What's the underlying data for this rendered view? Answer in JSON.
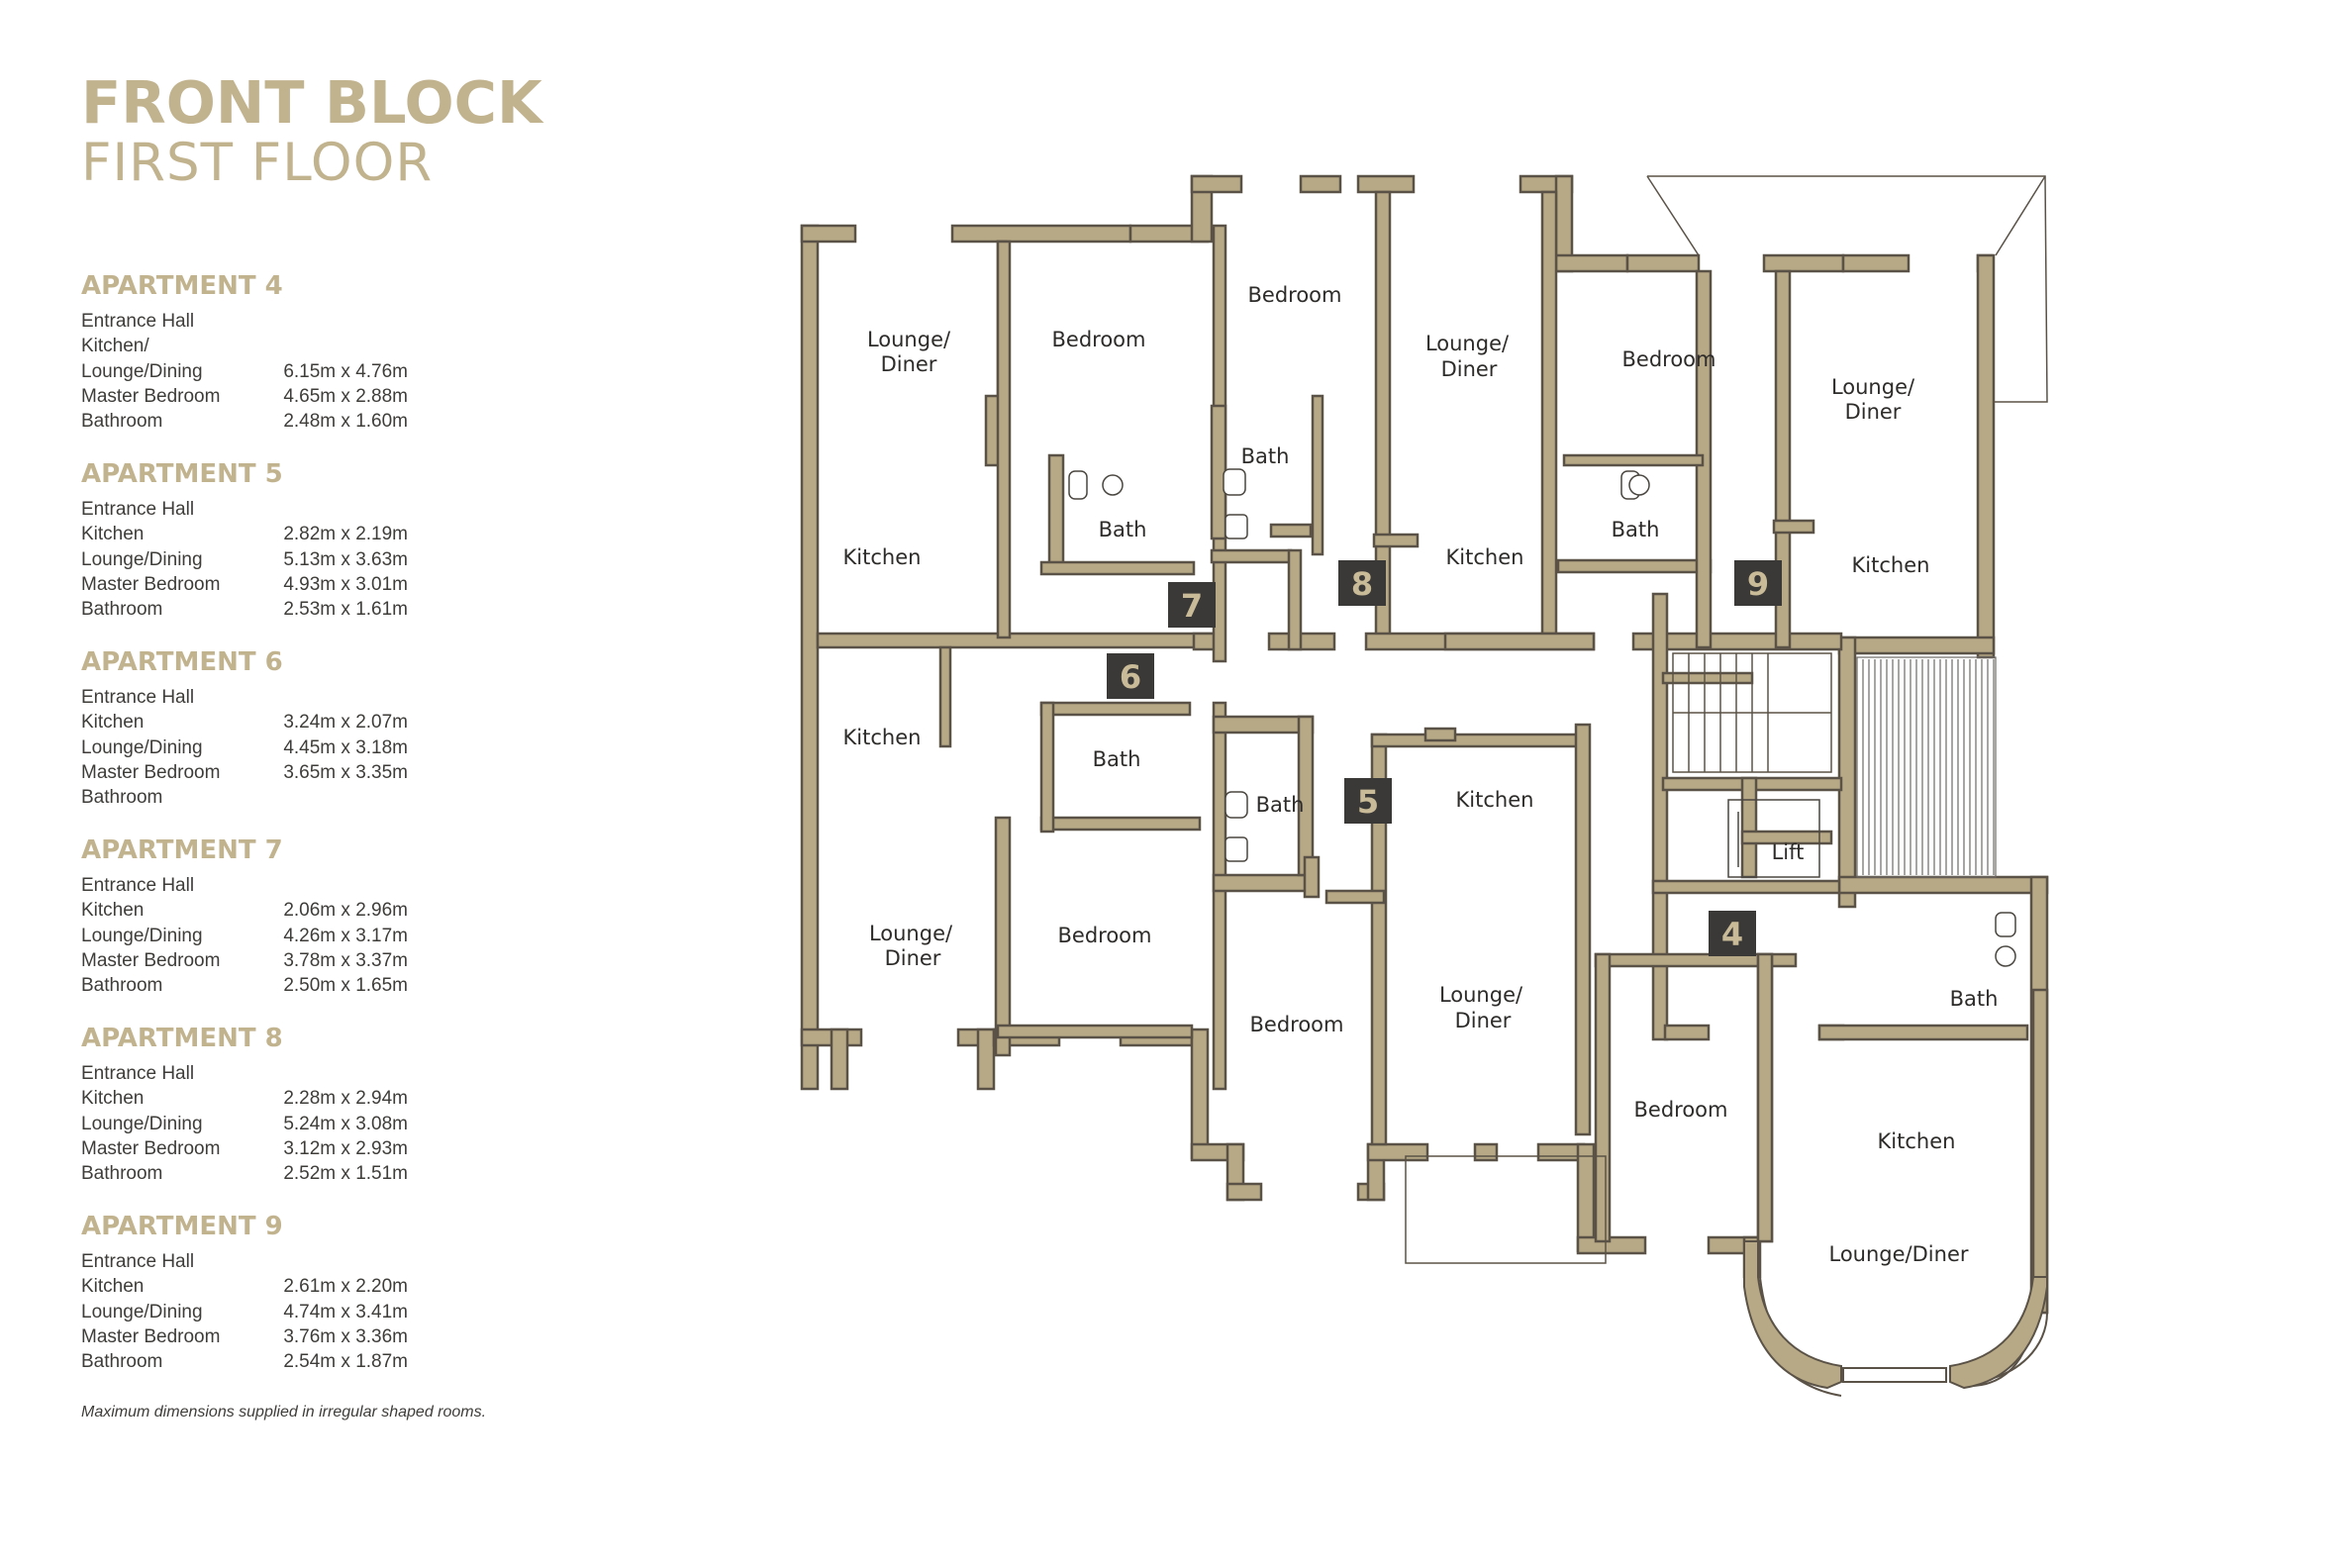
{
  "title": {
    "main": "FRONT BLOCK",
    "sub": "FIRST FLOOR"
  },
  "apartments": [
    {
      "heading": "APARTMENT 4",
      "rows": [
        {
          "name": "Entrance Hall",
          "dim": ""
        },
        {
          "name": "Kitchen/",
          "dim": ""
        },
        {
          "name": "Lounge/Dining",
          "dim": "6.15m x 4.76m"
        },
        {
          "name": "Master Bedroom",
          "dim": "4.65m x 2.88m"
        },
        {
          "name": "Bathroom",
          "dim": "2.48m x 1.60m"
        }
      ]
    },
    {
      "heading": "APARTMENT 5",
      "rows": [
        {
          "name": "Entrance Hall",
          "dim": ""
        },
        {
          "name": "Kitchen",
          "dim": "2.82m x 2.19m"
        },
        {
          "name": "Lounge/Dining",
          "dim": "5.13m x 3.63m"
        },
        {
          "name": "Master Bedroom",
          "dim": "4.93m x 3.01m"
        },
        {
          "name": "Bathroom",
          "dim": "2.53m x 1.61m"
        }
      ]
    },
    {
      "heading": "APARTMENT 6",
      "rows": [
        {
          "name": "Entrance Hall",
          "dim": ""
        },
        {
          "name": "Kitchen",
          "dim": "3.24m x 2.07m"
        },
        {
          "name": "Lounge/Dining",
          "dim": "4.45m x 3.18m"
        },
        {
          "name": "Master Bedroom",
          "dim": "3.65m x 3.35m"
        },
        {
          "name": "Bathroom",
          "dim": ""
        }
      ]
    },
    {
      "heading": "APARTMENT 7",
      "rows": [
        {
          "name": "Entrance Hall",
          "dim": ""
        },
        {
          "name": "Kitchen",
          "dim": "2.06m x 2.96m"
        },
        {
          "name": "Lounge/Dining",
          "dim": "4.26m x 3.17m"
        },
        {
          "name": "Master Bedroom",
          "dim": "3.78m x 3.37m"
        },
        {
          "name": "Bathroom",
          "dim": "2.50m x 1.65m"
        }
      ]
    },
    {
      "heading": "APARTMENT 8",
      "rows": [
        {
          "name": "Entrance Hall",
          "dim": ""
        },
        {
          "name": "Kitchen",
          "dim": "2.28m x 2.94m"
        },
        {
          "name": "Lounge/Dining",
          "dim": "5.24m x 3.08m"
        },
        {
          "name": "Master Bedroom",
          "dim": "3.12m x 2.93m"
        },
        {
          "name": "Bathroom",
          "dim": "2.52m x 1.51m"
        }
      ]
    },
    {
      "heading": "APARTMENT 9",
      "rows": [
        {
          "name": "Entrance Hall",
          "dim": ""
        },
        {
          "name": "Kitchen",
          "dim": "2.61m x 2.20m"
        },
        {
          "name": "Lounge/Dining",
          "dim": "4.74m x 3.41m"
        },
        {
          "name": "Master Bedroom",
          "dim": "3.76m x 3.36m"
        },
        {
          "name": "Bathroom",
          "dim": "2.54m x 1.87m"
        }
      ]
    }
  ],
  "note": "Maximum dimensions supplied in irregular shaped rooms.",
  "plan": {
    "rooms": {
      "a4_lounge_1": "Lounge/",
      "a4_lounge_2": "Diner",
      "a4_bedroom": "Bedroom",
      "a4_kitchen": "Kitchen",
      "a4_bath": "Bath",
      "a6_kitchen": "Kitchen",
      "a6_bath": "Bath",
      "a6_lounge_1": "Lounge/",
      "a6_lounge_2": "Diner",
      "a6_bedroom": "Bedroom",
      "a7_bedroom": "Bedroom",
      "a7_bath": "Bath",
      "a8_lounge_1": "Lounge/",
      "a8_lounge_2": "Diner",
      "a8_kitchen": "Kitchen",
      "a9_bedroom": "Bedroom",
      "a9_bath": "Bath",
      "a9_lounge_1": "Lounge/",
      "a9_lounge_2": "Diner",
      "a9_kitchen": "Kitchen",
      "a5_bath": "Bath",
      "a5_kitchen": "Kitchen",
      "a5_lounge_1": "Lounge/",
      "a5_lounge_2": "Diner",
      "a5_bedroom": "Bedroom",
      "lift": "Lift",
      "b4_bath": "Bath",
      "b4_bedroom": "Bedroom",
      "b4_kitchen": "Kitchen",
      "b4_lounge": "Lounge/Diner"
    },
    "numbers": {
      "n7": "7",
      "n8": "8",
      "n9": "9",
      "n6": "6",
      "n5": "5",
      "n4": "4"
    },
    "colors": {
      "wall": "#b7a985",
      "wall_edge": "#5a5247",
      "accent": "#c2b38f",
      "number_bg": "#3a3937"
    }
  }
}
